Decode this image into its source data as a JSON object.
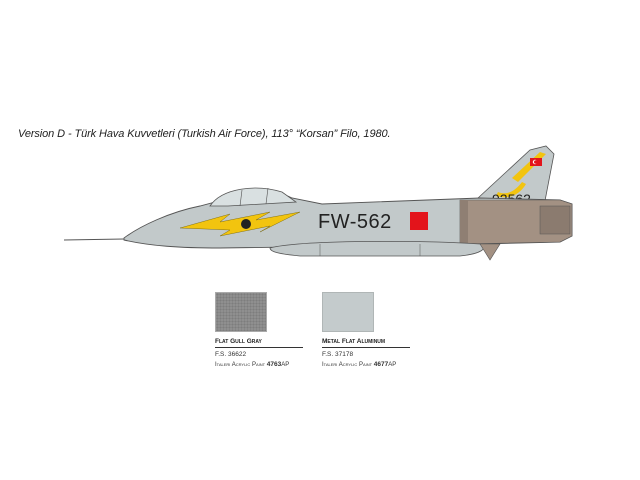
{
  "caption": "Version D - Türk Hava Kuvvetleri (Turkish Air Force), 113° “Korsan” Filo, 1980.",
  "aircraft": {
    "nose_code": "FW-562",
    "tail_number": "92562",
    "colors": {
      "camouflage": "#c2c9ca",
      "yellow": "#f2c40f",
      "national_marking": "#e3141b",
      "metal": "#a39183"
    }
  },
  "paints": [
    {
      "name": "Flat Gull Gray",
      "fs": "F.S. 36622",
      "brand": "Italeri Acrylic Paint",
      "code": "4763",
      "suffix": "AP",
      "color": "#8f8f8f"
    },
    {
      "name": "Metal Flat Aluminum",
      "fs": "F.S. 37178",
      "brand": "Italeri Acrylic Paint",
      "code": "4677",
      "suffix": "AP",
      "color": "#c4cbcc"
    }
  ]
}
